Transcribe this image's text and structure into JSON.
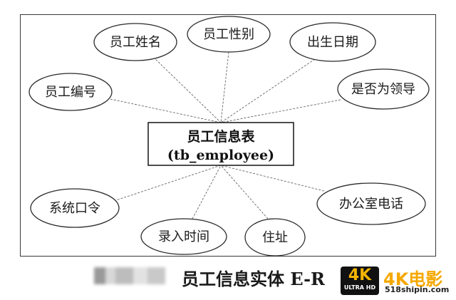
{
  "diagram": {
    "entity": {
      "name": "员工信息表",
      "table": "(tb_employee)"
    },
    "attributes": [
      {
        "id": "name",
        "label": "员工姓名"
      },
      {
        "id": "gender",
        "label": "员工性别"
      },
      {
        "id": "birth",
        "label": "出生日期"
      },
      {
        "id": "id",
        "label": "员工编号"
      },
      {
        "id": "leader",
        "label": "是否为领导"
      },
      {
        "id": "password",
        "label": "系统口令"
      },
      {
        "id": "entrytime",
        "label": "录入时间"
      },
      {
        "id": "address",
        "label": "住址"
      },
      {
        "id": "phone",
        "label": "办公室电话"
      }
    ]
  },
  "caption": "员工信息实体 E-R",
  "watermark": {
    "badge_main": "4K",
    "badge_sub": "ULTRA HD",
    "brand": "4K电影",
    "site": "518shipin.com"
  }
}
